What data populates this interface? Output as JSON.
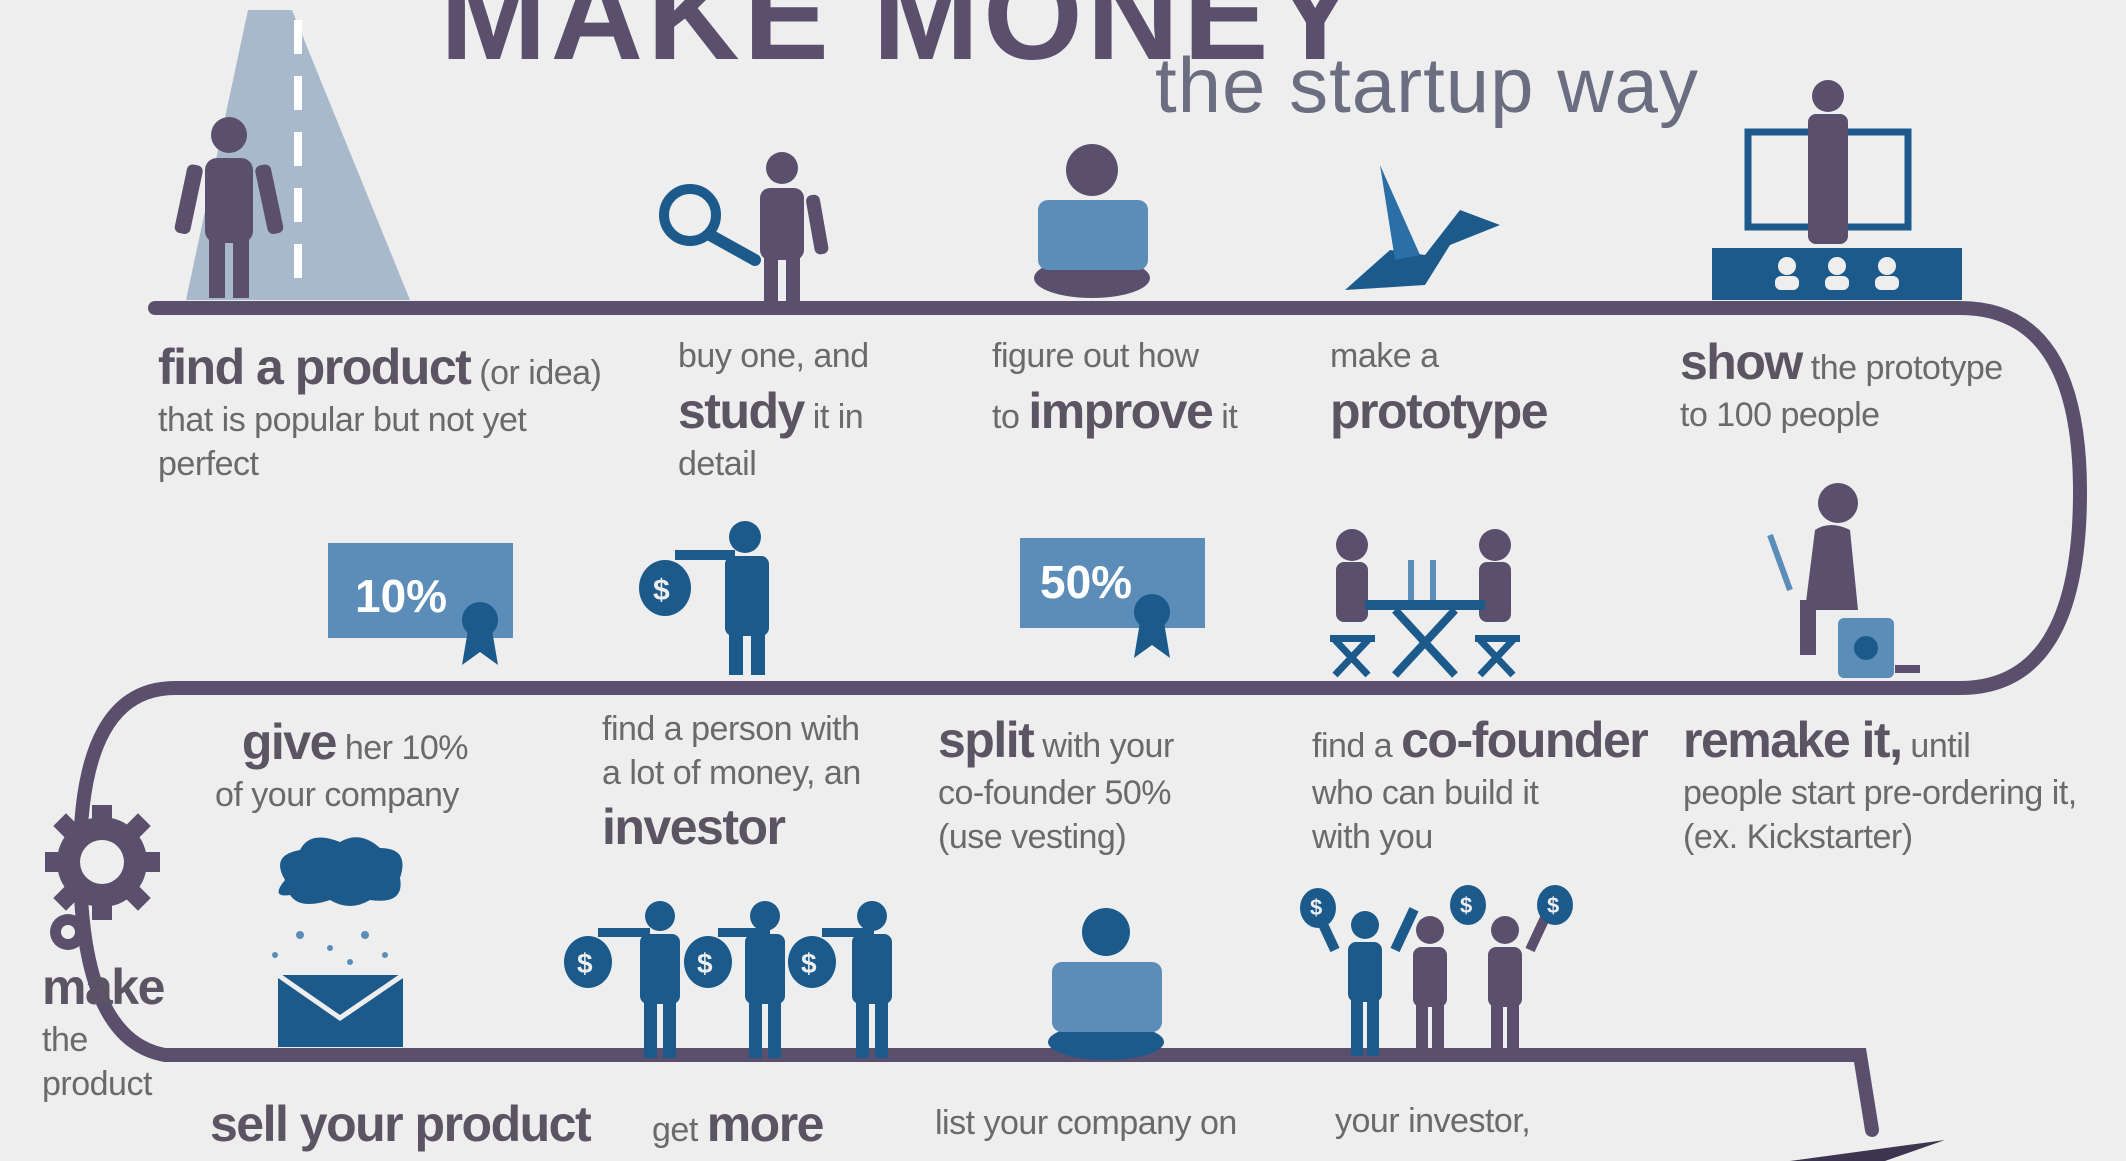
{
  "header": {
    "title": "MAKE MONEY",
    "subtitle": "the startup way"
  },
  "steps": {
    "find_product": {
      "bold": "find a product",
      "rest1": " (or idea)",
      "rest2": "that is popular but not yet",
      "rest3": "perfect"
    },
    "study": {
      "line1": "buy one, and",
      "bold": "study",
      "rest": " it in",
      "line3": "detail"
    },
    "improve": {
      "line1": "figure out how",
      "pre": "to ",
      "bold": "improve",
      "rest": " it"
    },
    "prototype": {
      "line1": "make a",
      "bold": "prototype"
    },
    "show": {
      "bold": "show",
      "rest": " the prototype",
      "line2": "to 100 people"
    },
    "give": {
      "bold": "give",
      "rest": " her 10%",
      "line2": "of your company"
    },
    "investor": {
      "line1": "find a person with",
      "line2": "a lot of money, an",
      "bold": "investor"
    },
    "split": {
      "bold": "split",
      "rest": " with your",
      "line2": "co-founder 50%",
      "line3": "(use vesting)"
    },
    "cofounder": {
      "pre": "find a ",
      "bold": "co-founder",
      "line2": "who can build it",
      "line3": "with you"
    },
    "remake": {
      "bold": "remake it,",
      "rest": " until",
      "line2": "people start pre-ordering it,",
      "line3": "(ex. Kickstarter)"
    },
    "make": {
      "bold": "make",
      "line2": "the",
      "line3": "product"
    },
    "sell": {
      "bold": "sell your product"
    },
    "more": {
      "pre": "get ",
      "bold": "more"
    },
    "list": {
      "line1": "list your company on"
    },
    "your_investor": {
      "line1": "your investor,"
    }
  },
  "badges": {
    "ten": "10%",
    "fifty": "50%"
  },
  "icons": {
    "dollar": "$"
  },
  "colors": {
    "path": "#5b4f6e",
    "blue": "#1d5a8c",
    "purple": "#5b4f6e",
    "light_blue": "#5b8db8"
  }
}
